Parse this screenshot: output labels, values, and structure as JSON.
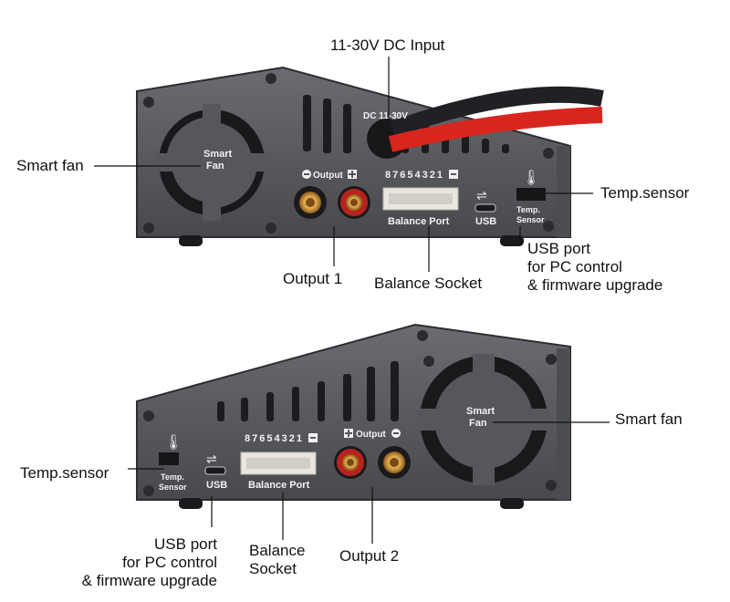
{
  "top_view": {
    "callouts": {
      "dc_input": "11-30V DC Input",
      "smart_fan": "Smart fan",
      "temp_sensor": "Temp.sensor",
      "output_1": "Output 1",
      "balance_socket": "Balance Socket",
      "usb_port_line1": "USB port",
      "usb_port_line2": "for PC control",
      "usb_port_line3": "& firmware upgrade"
    },
    "panel": {
      "fan_label_line1": "Smart",
      "fan_label_line2": "Fan",
      "dc_label": "DC 11-30V",
      "output_label": "Output",
      "balance_pins": "87654321",
      "balance_port_label": "Balance Port",
      "usb_label": "USB",
      "temp_label_line1": "Temp.",
      "temp_label_line2": "Sensor"
    }
  },
  "bottom_view": {
    "callouts": {
      "temp_sensor": "Temp.sensor",
      "smart_fan": "Smart fan",
      "usb_port_line1": "USB port",
      "usb_port_line2": "for PC control",
      "usb_port_line3": "& firmware upgrade",
      "balance_socket_line1": "Balance",
      "balance_socket_line2": "Socket",
      "output_2": "Output 2"
    },
    "panel": {
      "fan_label_line1": "Smart",
      "fan_label_line2": "Fan",
      "output_label": "Output",
      "balance_pins": "87654321",
      "balance_port_label": "Balance Port",
      "usb_label": "USB",
      "temp_label_line1": "Temp.",
      "temp_label_line2": "Sensor"
    }
  },
  "colors": {
    "panel": "#55575c",
    "panel_edge": "#3a3b3f",
    "slot": "#1b1c1f",
    "gold": "#d7a24a",
    "red_connector": "#b8231d",
    "cable_red": "#d8261e",
    "cable_black": "#202124"
  }
}
